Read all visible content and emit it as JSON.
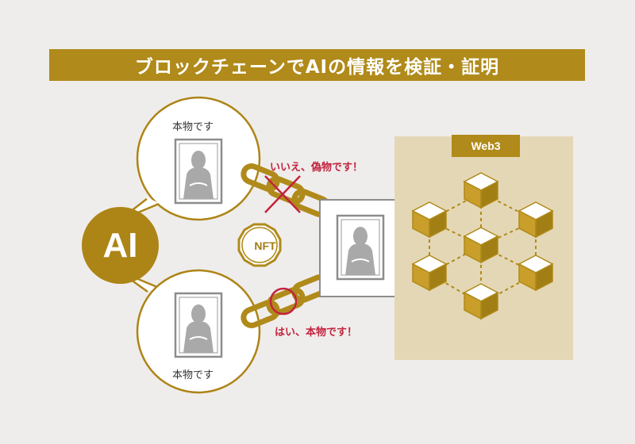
{
  "title": "ブロックチェーンでAIの情報を検証・証明",
  "ai_label": "AI",
  "bubble_top_label": "本物です",
  "bubble_bottom_label": "本物です",
  "fake_response": "いいえ、偽物です！",
  "real_response": "はい、本物です！",
  "nft_label": "NFT",
  "web3_label": "Web3",
  "colors": {
    "gold": "#b08a1a",
    "panel": "#e4d7b5",
    "red": "#c2233e",
    "background": "#efedeb",
    "portrait_gray": "#a9a9a9"
  },
  "icons": [
    "portrait-icon",
    "chain-icon",
    "nft-badge-icon",
    "cube-icon",
    "cross-mark-icon",
    "check-circle-icon"
  ]
}
